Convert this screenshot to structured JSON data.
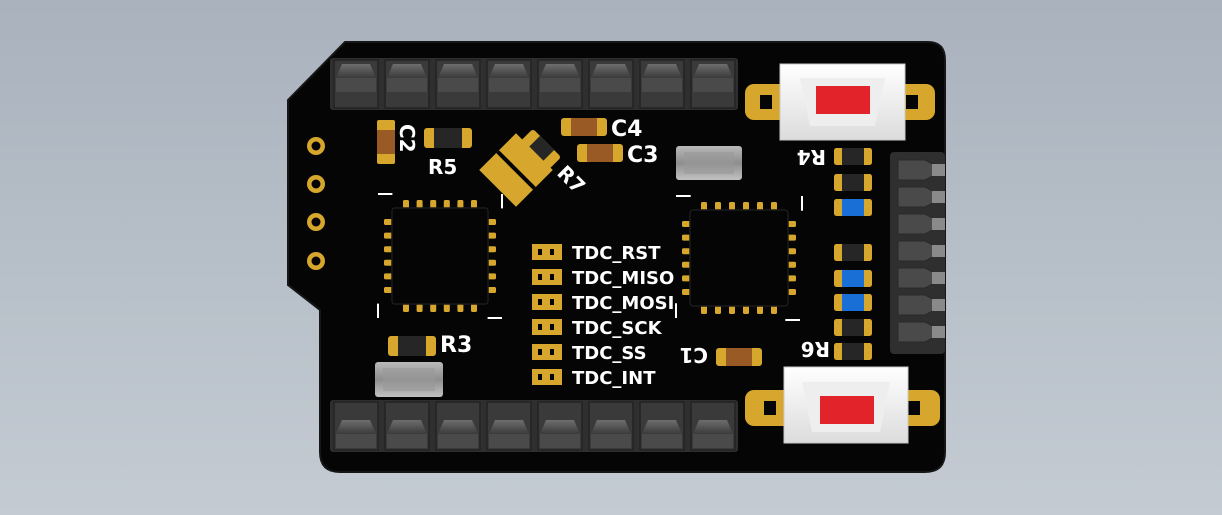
{
  "colors": {
    "background_top": "#a9b2bd",
    "board": "#050505",
    "pad_gold": "#d6a72c",
    "silkscreen": "#ffffff",
    "button_cap": "#e2232a",
    "led_blue": "#1a6fd6",
    "header_plastic": "#3c3c3c"
  },
  "component_labels": {
    "c1": "C1",
    "c2": "C2",
    "c3": "C3",
    "c4": "C4",
    "r3": "R3",
    "r4": "R4",
    "r5": "R5",
    "r6": "R6",
    "r7": "R7"
  },
  "test_points": [
    {
      "label": "TDC_RST"
    },
    {
      "label": "TDC_MISO"
    },
    {
      "label": "TDC_MOSI"
    },
    {
      "label": "TDC_SCK"
    },
    {
      "label": "TDC_SS"
    },
    {
      "label": "TDC_INT"
    }
  ],
  "icons": {
    "top_header": "pin-header-icon",
    "bottom_header": "pin-header-icon",
    "side_header": "pin-header-icon",
    "buttons": "tactile-switch-icon",
    "chips": "qfn-ic-icon"
  }
}
